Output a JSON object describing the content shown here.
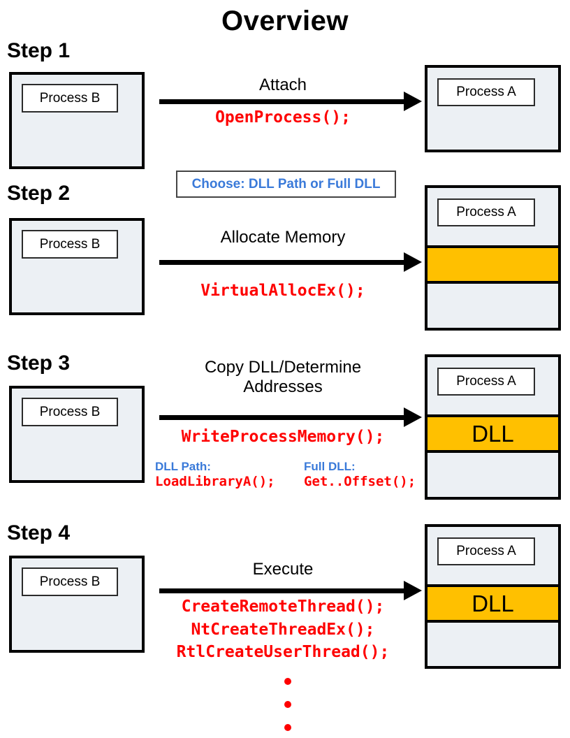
{
  "title": "Overview",
  "note": {
    "text": "Choose: DLL Path or Full DLL"
  },
  "colors": {
    "process_fill": "#ECF0F4",
    "memory_highlight": "#FFC000",
    "api_red": "#FE0000",
    "note_blue": "#3A7AD9"
  },
  "steps": [
    {
      "label": "Step 1",
      "source": "Process B",
      "target": "Process A",
      "action": "Attach",
      "apis": [
        "OpenProcess();"
      ]
    },
    {
      "label": "Step 2",
      "source": "Process B",
      "target": "Process A",
      "action": "Allocate Memory",
      "apis": [
        "VirtualAllocEx();"
      ],
      "memory_label": ""
    },
    {
      "label": "Step 3",
      "source": "Process B",
      "target": "Process A",
      "action": "Copy DLL/Determine Addresses",
      "apis": [
        "WriteProcessMemory();"
      ],
      "memory_label": "DLL",
      "options": [
        {
          "label": "DLL Path:",
          "api": "LoadLibraryA();"
        },
        {
          "label": "Full DLL:",
          "api": "Get..Offset();"
        }
      ]
    },
    {
      "label": "Step 4",
      "source": "Process B",
      "target": "Process A",
      "action": "Execute",
      "apis": [
        "CreateRemoteThread();",
        "NtCreateThreadEx();",
        "RtlCreateUserThread();"
      ],
      "memory_label": "DLL",
      "more_indicator": "vertical-ellipsis"
    }
  ]
}
